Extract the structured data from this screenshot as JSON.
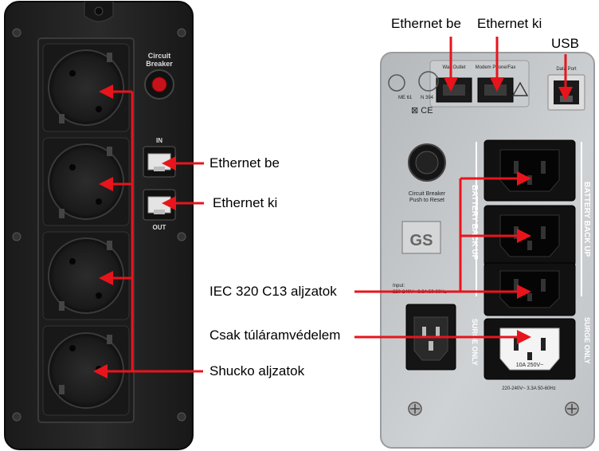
{
  "labels": {
    "eth_in_left": "Ethernet be",
    "eth_out_left": "Ethernet ki",
    "iec": "IEC 320 C13 aljzatok",
    "surge_only": "Csak túláramvédelem",
    "schuko": "Shucko aljzatok",
    "eth_in_top": "Ethernet be",
    "eth_out_top": "Ethernet ki",
    "usb": "USB"
  },
  "left_device": {
    "breaker_line1": "Circuit",
    "breaker_line2": "Breaker",
    "port_in": "IN",
    "port_out": "OUT"
  },
  "right_device": {
    "wall_outlet": "Wall Outlet",
    "modem_phone": "Modem Phone/Fax",
    "data_port": "Data Port",
    "breaker_line1": "Circuit Breaker",
    "breaker_line2": "Push to Reset",
    "battery_backup_1": "BATTERY BACK UP",
    "battery_backup_2": "BATTERY BACK UP",
    "surge_only_1": "SURGE ONLY",
    "surge_only_2": "SURGE ONLY",
    "input_text": "Input:",
    "input_rating": "220-240V~ 3.3A 50-60Hz",
    "bottom_rating": "220-240V~ 3.3A 50-60Hz",
    "outlet_rating": "10A 250V~",
    "cert_me": "ME 61",
    "cert_n": "N 394"
  },
  "colors": {
    "arrow": "#e8141c",
    "left_body": "#202020",
    "right_body": "#c2c5c8",
    "outlet_black": "#141414"
  }
}
